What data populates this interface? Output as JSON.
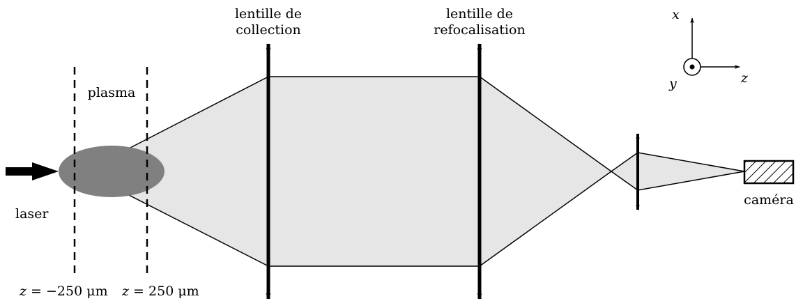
{
  "labels": {
    "collection_lens_line1": "lentille de",
    "collection_lens_line2": "collection",
    "refocus_lens_line1": "lentille de",
    "refocus_lens_line2": "refocalisation",
    "plasma": "plasma",
    "laser": "laser",
    "camera": "caméra",
    "z_left_var": "z",
    "z_left_eq": " = −250 μm",
    "z_right_var": "z",
    "z_right_eq": " = 250 μm"
  },
  "axes": {
    "x": "x",
    "y": "y",
    "z": "z"
  },
  "colors": {
    "beam_fill": "#e6e6e6",
    "plasma_fill": "#808080",
    "stroke": "#000000"
  }
}
